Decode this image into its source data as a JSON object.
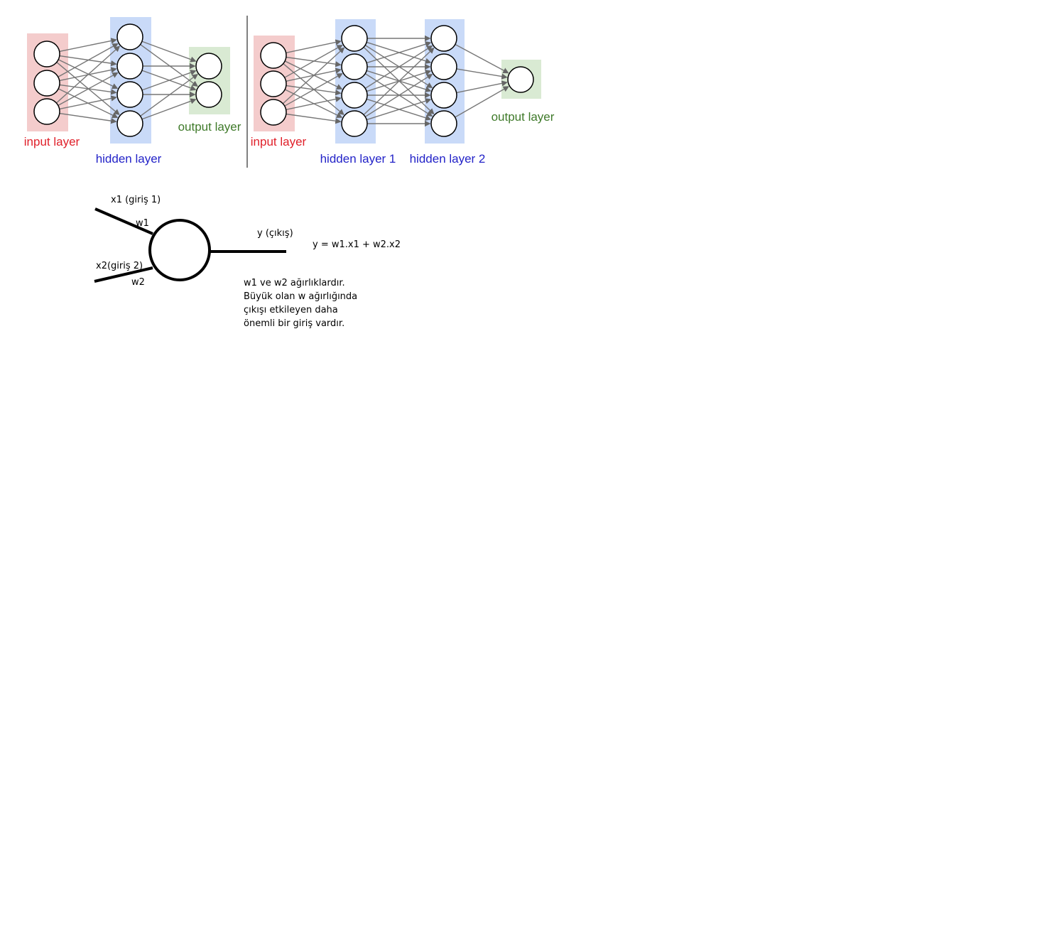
{
  "colors": {
    "input": "#f4cccc",
    "hidden": "#c9daf8",
    "output": "#d9ead3",
    "input_text": "#e0202a",
    "hidden_text": "#2323c8",
    "output_text": "#3f7a2a",
    "edge": "#777777",
    "node_stroke": "#000000"
  },
  "networks": [
    {
      "layers": [
        {
          "role": "input",
          "nodes": 3,
          "label": "input layer"
        },
        {
          "role": "hidden",
          "nodes": 4,
          "label": "hidden layer"
        },
        {
          "role": "output",
          "nodes": 2,
          "label": "output layer"
        }
      ]
    },
    {
      "layers": [
        {
          "role": "input",
          "nodes": 3,
          "label": "input layer"
        },
        {
          "role": "hidden",
          "nodes": 4,
          "label": "hidden layer 1"
        },
        {
          "role": "hidden",
          "nodes": 4,
          "label": "hidden layer 2"
        },
        {
          "role": "output",
          "nodes": 1,
          "label": "output layer"
        }
      ]
    }
  ],
  "neuron": {
    "input1_label": "x1 (giriş 1)",
    "weight1_label": "w1",
    "input2_label": "x2(giriş 2)",
    "weight2_label": "w2",
    "output_label": "y (çıkış)",
    "formula": "y = w1.x1 + w2.x2",
    "note_lines": [
      "w1 ve w2 ağırlıklardır.",
      "Büyük olan w ağırlığında",
      "çıkışı etkileyen daha",
      "önemli bir giriş vardır."
    ]
  }
}
